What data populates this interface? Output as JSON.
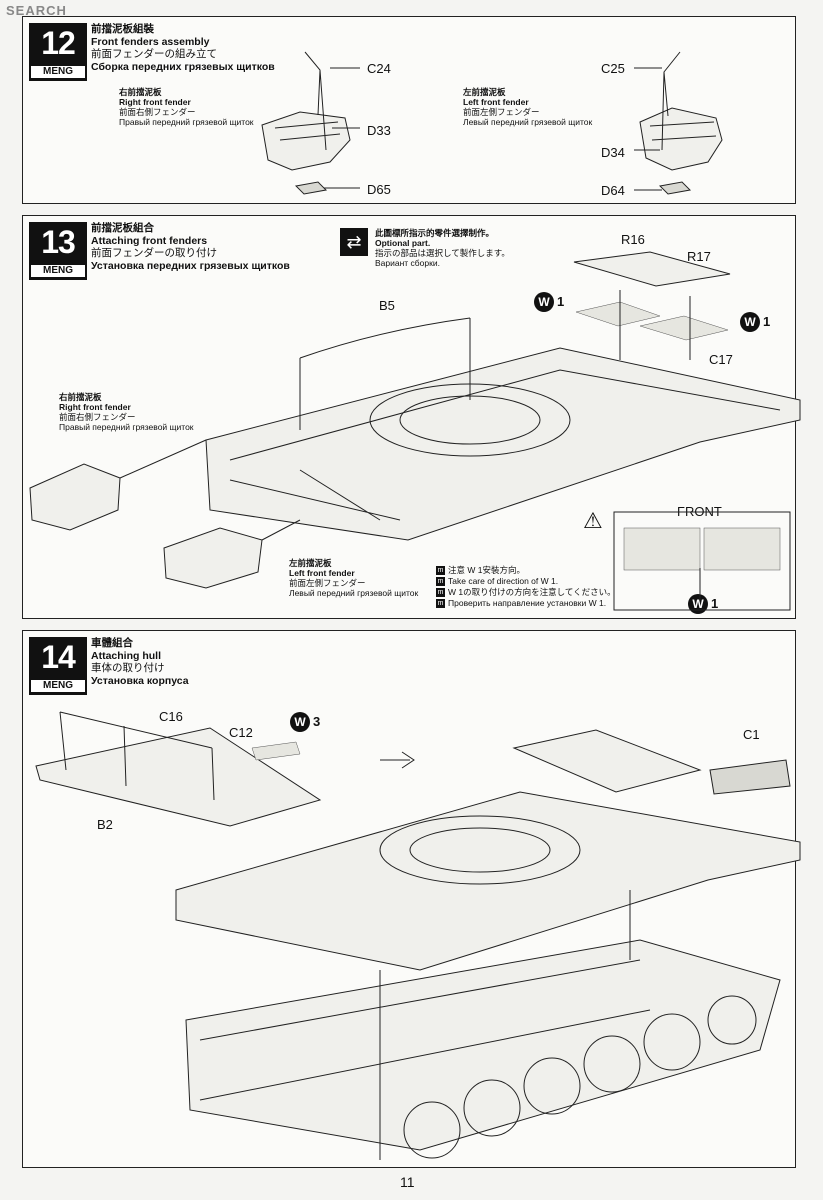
{
  "watermark": {
    "brand_a": "",
    "brand_b": "SEARCH"
  },
  "step12": {
    "number": "12",
    "brand": "MENG",
    "title_cn": "前擋泥板組裝",
    "title_en": "Front fenders assembly",
    "title_jp": "前面フェンダーの組み立て",
    "title_ru": "Сборка передних грязевых щитков",
    "right": {
      "cn": "右前擋泥板",
      "en": "Right front fender",
      "jp": "前面右側フェンダー",
      "ru": "Правый передний грязевой щиток"
    },
    "left": {
      "cn": "左前擋泥板",
      "en": "Left front fender",
      "jp": "前面左側フェンダー",
      "ru": "Левый передний грязевой щиток"
    },
    "parts": {
      "c24": "C24",
      "d33": "D33",
      "d65": "D65",
      "c25": "C25",
      "d34": "D34",
      "d64": "D64"
    }
  },
  "step13": {
    "number": "13",
    "brand": "MENG",
    "title_cn": "前擋泥板組合",
    "title_en": "Attaching front fenders",
    "title_jp": "前面フェンダーの取り付け",
    "title_ru": "Установка передних грязевых щитков",
    "optional": {
      "icon": "swap-icon",
      "cn": "此圖標所指示的零件選擇制作。",
      "en": "Optional part.",
      "jp": "指示の部品は選択して製作します。",
      "ru": "Вариант сборки."
    },
    "right": {
      "cn": "右前擋泥板",
      "en": "Right front fender",
      "jp": "前面右側フェンダー",
      "ru": "Правый передний грязевой щиток"
    },
    "left": {
      "cn": "左前擋泥板",
      "en": "Left front fender",
      "jp": "前面左側フェンダー",
      "ru": "Левый передний грязевой щиток"
    },
    "parts": {
      "b5": "B5",
      "r16": "R16",
      "r17": "R17",
      "c17": "C17",
      "w": "W",
      "w_count": "1",
      "front": "FRONT"
    },
    "notes": [
      "注意 W 1安裝方向。",
      "Take care of direction of W 1.",
      "W 1の取り付けの方向を注意してください。",
      "Проверить направление установки W 1."
    ]
  },
  "step14": {
    "number": "14",
    "brand": "MENG",
    "title_cn": "車體組合",
    "title_en": "Attaching hull",
    "title_jp": "車体の取り付け",
    "title_ru": "Установка корпуса",
    "parts": {
      "c16": "C16",
      "c12": "C12",
      "w": "W",
      "w_count": "3",
      "b2": "B2",
      "c1": "C1"
    }
  },
  "page": {
    "number": "11"
  },
  "colors": {
    "ink": "#111111",
    "paper": "#fbfbf9",
    "watermark": "#b03030"
  }
}
